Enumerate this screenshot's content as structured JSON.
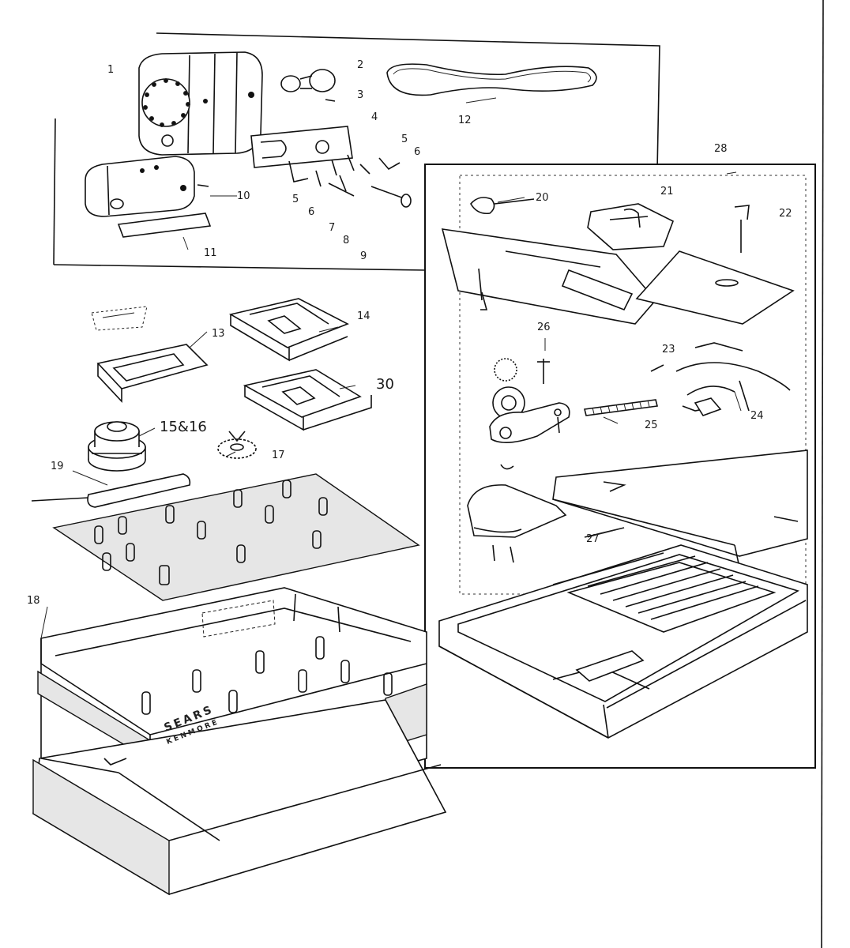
{
  "labels": {
    "l1": "1",
    "l2": "2",
    "l3": "3",
    "l4": "4",
    "l5a": "5",
    "l6a": "6",
    "l5b": "5",
    "l6b": "6",
    "l7": "7",
    "l8": "8",
    "l9": "9",
    "l10": "10",
    "l11": "11",
    "l12": "12",
    "l13": "13",
    "l14": "14",
    "l15616": "15&16",
    "l17": "17",
    "l18": "18",
    "l19": "19",
    "l20": "20",
    "l21": "21",
    "l22": "22",
    "l23": "23",
    "l24": "24",
    "l25": "25",
    "l26": "26",
    "l27": "27",
    "l28": "28",
    "l30": "30"
  },
  "case_brand": {
    "line1": "SEARS",
    "line2": "KENMORE"
  }
}
